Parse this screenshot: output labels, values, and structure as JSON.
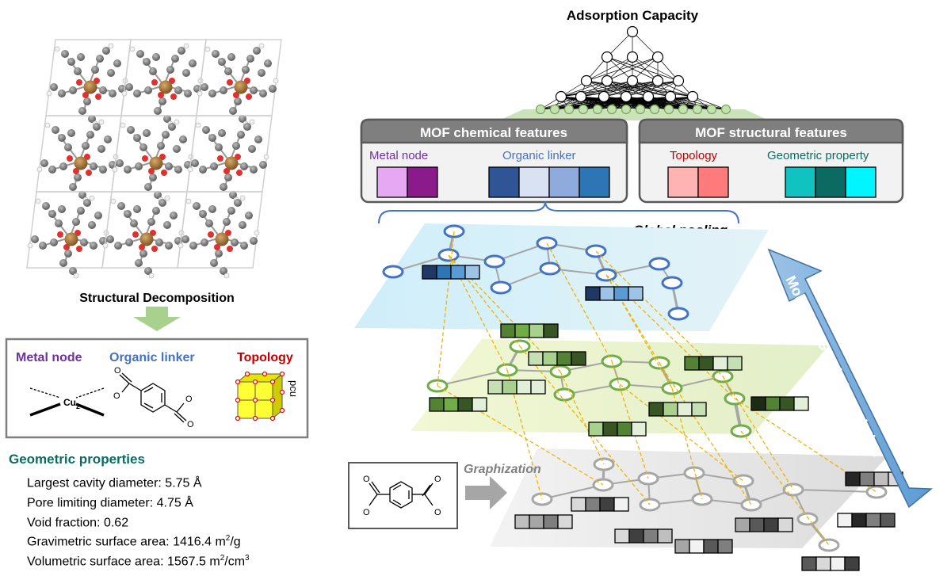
{
  "left": {
    "decomposition_label": "Structural Decomposition",
    "components": {
      "metal_label": "Metal node",
      "linker_label": "Organic linker",
      "topology_label": "Topology",
      "metal_formula": "Cu",
      "metal_subscript": "2",
      "topology_code": "pcu"
    },
    "geometric": {
      "heading": "Geometric properties",
      "rows": [
        {
          "label": "Largest cavity diameter: ",
          "value": "5.75 Å",
          "unit": "",
          "exp": "",
          "tail": ""
        },
        {
          "label": "Pore limiting diameter: ",
          "value": "4.75 Å",
          "unit": "",
          "exp": "",
          "tail": ""
        },
        {
          "label": "Void fraction: ",
          "value": "0.62",
          "unit": "",
          "exp": "",
          "tail": ""
        },
        {
          "label": "Gravimetric surface area: ",
          "value": "1416.4",
          "unit": " m",
          "exp": "2",
          "tail": "/g"
        },
        {
          "label": "Volumetric surface area: ",
          "value": "1567.5",
          "unit": " m",
          "exp": "2",
          "tail": "/cm"
        }
      ],
      "last_exp": "3"
    }
  },
  "right": {
    "output_label": "Adsorption Capacity",
    "chemical_box": {
      "title": "MOF chemical features",
      "metal": "Metal node",
      "linker": "Organic linker"
    },
    "structural_box": {
      "title": "MOF structural features",
      "topology": "Topology",
      "geometric": "Geometric property"
    },
    "global_pooling": "Global pooling",
    "graphization": "Graphization",
    "convolution_arrow": "Molecular Graph Convolution"
  },
  "colors": {
    "metal_purple": "#7030a0",
    "linker_blue": "#4472c4",
    "topology_red": "#c00000",
    "geometric_teal": "#0b6b63",
    "arrow_green": "#a9d18e",
    "conv_arrow_blue": "#5b9bd5"
  }
}
